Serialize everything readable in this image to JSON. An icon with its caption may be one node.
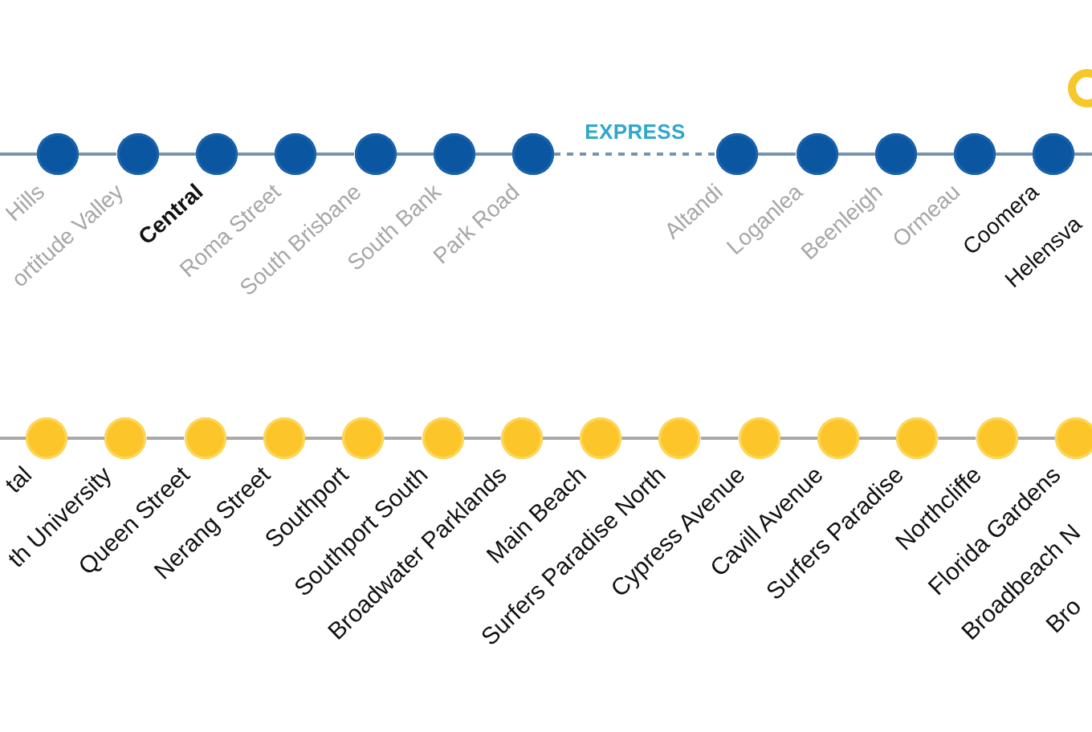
{
  "diagram": {
    "nodes": [
      {
        "text": [],
        "shape": "circle",
        "beside": [
          "Hills"
        ]
      },
      {
        "text": [],
        "shape": "circle",
        "beside": [
          "ortitude Valley"
        ]
      },
      {
        "text": [],
        "shape": "circle",
        "beside": [
          "Central"
        ]
      },
      {
        "text": [],
        "shape": "circle",
        "beside": [
          "Roma Street"
        ]
      },
      {
        "text": [],
        "shape": "circle",
        "beside": [
          "South Brisbane"
        ]
      },
      {
        "text": [],
        "shape": "circle",
        "beside": [
          "South Bank"
        ]
      },
      {
        "text": [],
        "shape": "circle",
        "beside": [
          "Park Road"
        ]
      },
      {
        "text": [],
        "shape": "circle",
        "beside": [
          "Altandi"
        ]
      },
      {
        "text": [],
        "shape": "circle",
        "beside": [
          "Loganlea"
        ]
      },
      {
        "text": [],
        "shape": "circle",
        "beside": [
          "Beenleigh"
        ]
      },
      {
        "text": [],
        "shape": "circle",
        "beside": [
          "Ormeau"
        ]
      },
      {
        "text": [],
        "shape": "circle",
        "beside": [
          "Coomera"
        ]
      },
      {
        "text": [],
        "shape": "circle",
        "beside": [
          "tal"
        ]
      },
      {
        "text": [],
        "shape": "circle",
        "beside": [
          "th University"
        ]
      },
      {
        "text": [],
        "shape": "circle",
        "beside": [
          "Queen Street"
        ]
      },
      {
        "text": [],
        "shape": "circle",
        "beside": [
          "Nerang Street"
        ]
      },
      {
        "text": [],
        "shape": "circle",
        "beside": [
          "Southport"
        ]
      },
      {
        "text": [],
        "shape": "circle",
        "beside": [
          "Southport South"
        ]
      },
      {
        "text": [],
        "shape": "circle",
        "beside": [
          "Broadwater Parklands"
        ]
      },
      {
        "text": [],
        "shape": "circle",
        "beside": [
          "Main Beach"
        ]
      },
      {
        "text": [],
        "shape": "circle",
        "beside": [
          "Surfers Paradise North"
        ]
      },
      {
        "text": [],
        "shape": "circle",
        "beside": [
          "Cypress Avenue"
        ]
      },
      {
        "text": [],
        "shape": "circle",
        "beside": [
          "Cavill Avenue"
        ]
      },
      {
        "text": [],
        "shape": "circle",
        "beside": [
          "Surfers Paradise"
        ]
      },
      {
        "text": [],
        "shape": "circle",
        "beside": [
          "Northcliffe"
        ]
      },
      {
        "text": [],
        "shape": "circle",
        "beside": [
          "Florida Gardens"
        ]
      }
    ],
    "edges": [
      {
        "from": null,
        "to": 0,
        "arrow": "none",
        "color": "#7893ad"
      },
      {
        "from": 0,
        "to": 1,
        "arrow": "none",
        "color": "#7893ad"
      },
      {
        "from": 1,
        "to": 2,
        "arrow": "none",
        "color": "#7893ad"
      },
      {
        "from": 2,
        "to": 3,
        "arrow": "none",
        "color": "#7893ad"
      },
      {
        "from": 3,
        "to": 4,
        "arrow": "none",
        "color": "#7893ad"
      },
      {
        "from": 4,
        "to": 5,
        "arrow": "none",
        "color": "#7893ad"
      },
      {
        "from": 5,
        "to": 6,
        "arrow": "none",
        "color": "#7893ad"
      },
      {
        "from": 6,
        "to": 7,
        "arrow": "none",
        "label": "EXPRESS",
        "style": "dashed",
        "color": "#7893ad"
      },
      {
        "from": 7,
        "to": 8,
        "arrow": "none",
        "color": "#7893ad"
      },
      {
        "from": 8,
        "to": 9,
        "arrow": "none",
        "color": "#7893ad"
      },
      {
        "from": 9,
        "to": 10,
        "arrow": "none",
        "color": "#7893ad"
      },
      {
        "from": 10,
        "to": 11,
        "arrow": "none",
        "color": "#7893ad"
      },
      {
        "from": 11,
        "to": null,
        "arrow": "none",
        "color": "#7893ad"
      },
      {
        "from": null,
        "to": 12,
        "arrow": "none"
      },
      {
        "from": 12,
        "to": 13,
        "arrow": "none"
      },
      {
        "from": 13,
        "to": 14,
        "arrow": "none"
      },
      {
        "from": 14,
        "to": 15,
        "arrow": "none"
      },
      {
        "from": 15,
        "to": 16,
        "arrow": "none"
      },
      {
        "from": 16,
        "to": 17,
        "arrow": "none"
      },
      {
        "from": 17,
        "to": 18,
        "arrow": "none"
      },
      {
        "from": 18,
        "to": 19,
        "arrow": "none"
      },
      {
        "from": 19,
        "to": 20,
        "arrow": "none"
      },
      {
        "from": 20,
        "to": 21,
        "arrow": "none"
      },
      {
        "from": 21,
        "to": 22,
        "arrow": "none"
      },
      {
        "from": 22,
        "to": 23,
        "arrow": "none"
      },
      {
        "from": 23,
        "to": 24,
        "arrow": "none"
      },
      {
        "from": 24,
        "to": 25,
        "arrow": "none"
      }
    ],
    "labels": [
      "Helensva",
      "Broadbeach N",
      "Bro"
    ]
  }
}
